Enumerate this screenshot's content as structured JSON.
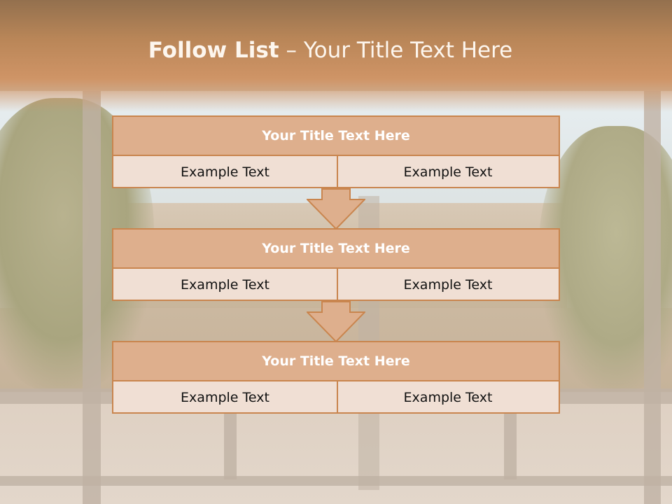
{
  "slide": {
    "title_bold": "Follow List",
    "title_rest": " – Your Title Text Here"
  },
  "colors": {
    "header_fill": "#deaf8d",
    "cell_fill": "#f0dfd4",
    "border": "#c9854e",
    "arrow_fill": "#deaf8d"
  },
  "boxes": [
    {
      "title": "Your Title Text Here",
      "left": "Example Text",
      "right": "Example Text"
    },
    {
      "title": "Your Title Text Here",
      "left": "Example Text",
      "right": "Example Text"
    },
    {
      "title": "Your Title Text Here",
      "left": "Example Text",
      "right": "Example Text"
    }
  ],
  "arrows": [
    {
      "icon": "down-arrow-icon"
    },
    {
      "icon": "down-arrow-icon"
    }
  ]
}
